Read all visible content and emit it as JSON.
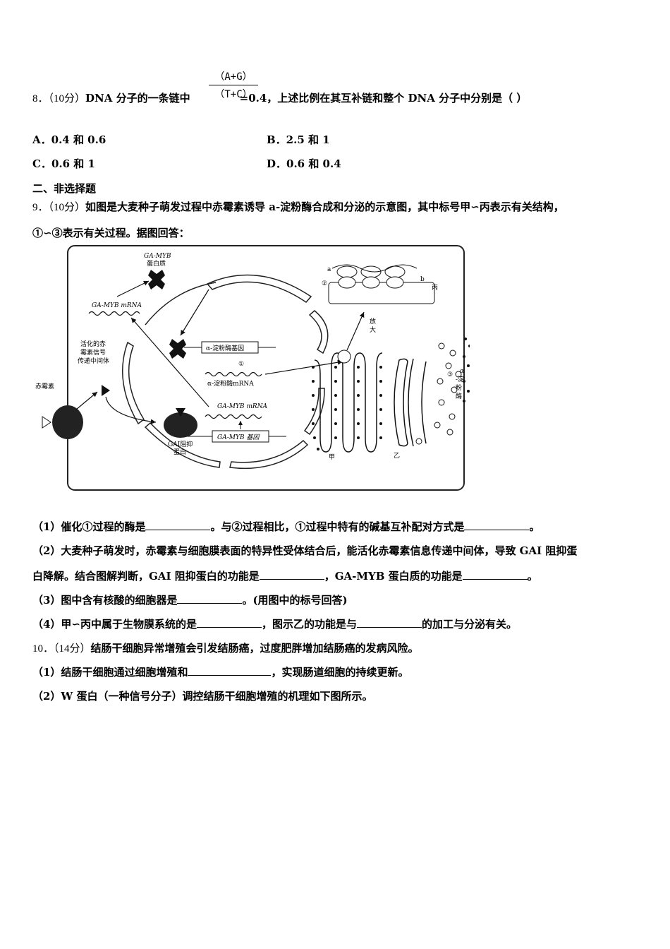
{
  "q8": {
    "number": "8．",
    "points": "（10分）",
    "lead": "DNA 分子的一条链中",
    "frac_top": "（A+G）",
    "frac_bottom": "（T+C）",
    "tail": "=0.4，上述比例在其互补链和整个 DNA 分子中分别是（ ）",
    "options": {
      "A": "A．0.4 和 0.6",
      "B": "B．2.5 和 1",
      "C": "C．0.6 和 1",
      "D": "D．0.6 和 0.4"
    }
  },
  "section2_title": "二、非选择题",
  "q9": {
    "number": "9．",
    "points": "（10分）",
    "text1": "如图是大麦种子萌发过程中赤霉素诱导 a-淀粉酶合成和分泌的示意图，其中标号甲∽丙表示有关结构，",
    "text2": "①∽③表示有关过程。据图回答：",
    "figure": {
      "ga_myb_protein": "GA-MYB",
      "ga_myb_protein2": "蛋白质",
      "ga_myb_mrna": "GA-MYB mRNA",
      "activated_1": "活化的赤",
      "activated_2": "霉素信号",
      "activated_3": "传递中间体",
      "gibberellin": "赤霉素",
      "amylase_gene": "α-淀粉酶基因",
      "step1": "①",
      "amylase_mrna": "α-淀粉酶mRNA",
      "ga_myb_mrna2": "GA-MYB mRNA",
      "ga_myb_gene": "GA-MYB 基因",
      "gai_1": "GAI阻抑",
      "gai_2": "蛋白",
      "label_a": "a",
      "label_b": "b",
      "step2": "②",
      "label_bing": "丙",
      "enlarge_1": "放",
      "enlarge_2": "大",
      "label_jia": "甲",
      "label_yi": "乙",
      "step3": "③",
      "amylase_1": "α",
      "amylase_2": "-淀",
      "amylase_3": "粉",
      "amylase_4": "酶"
    },
    "sub1_a": "（1）催化①过程的酶是",
    "sub1_b": "。与②过程相比，①过程中特有的碱基互补配对方式是",
    "sub1_c": "。",
    "sub2_a": "（2）大麦种子萌发时，赤霉素与细胞膜表面的特异性受体结合后，能活化赤霉素信息传递中间体，导致 GAI 阻抑蛋",
    "sub2_b": "白降解。结合图解判断，GAI 阻抑蛋白的功能是",
    "sub2_c": "，GA-MYB 蛋白质的功能是",
    "sub2_d": "。",
    "sub3_a": "（3）图中含有核酸的细胞器是",
    "sub3_b": "。(用图中的标号回答)",
    "sub4_a": "（4）甲∽丙中属于生物膜系统的是",
    "sub4_b": "，图示乙的功能是与",
    "sub4_c": "的加工与分泌有关。"
  },
  "q10": {
    "number": "10．",
    "points": "（14分）",
    "text": "结肠干细胞异常增殖会引发结肠癌，过度肥胖增加结肠癌的发病风险。",
    "sub1_a": "（1）结肠干细胞通过细胞增殖和",
    "sub1_b": "，实现肠道细胞的持续更新。",
    "sub2": "（2）W 蛋白（一种信号分子）调控结肠干细胞增殖的机理如下图所示。"
  }
}
